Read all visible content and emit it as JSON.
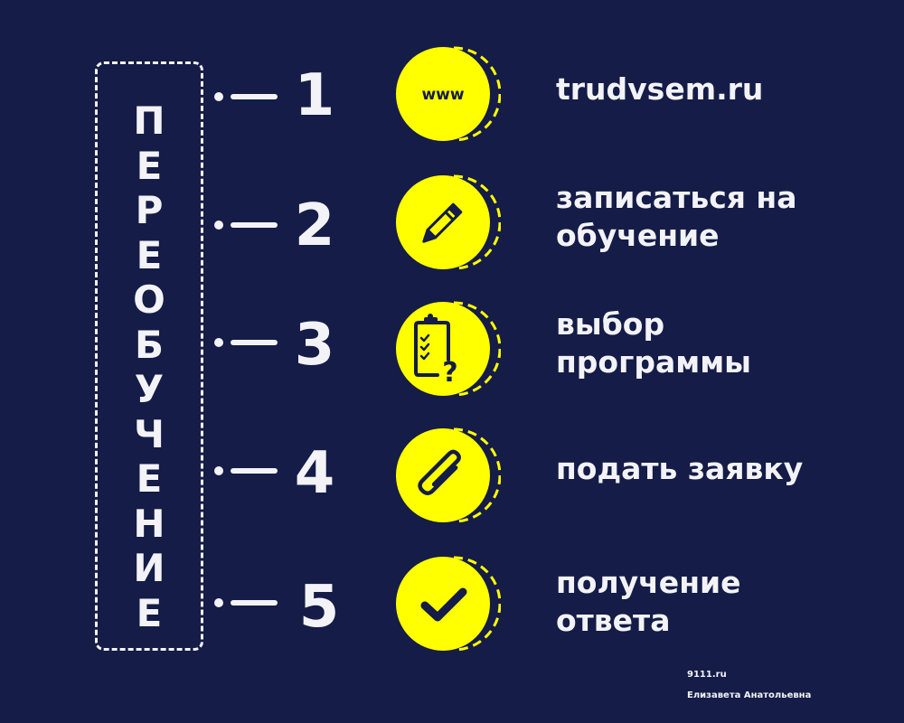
{
  "title_vertical": {
    "text": "ПЕРЕОБУЧЕНИЕ",
    "letters": [
      "П",
      "Е",
      "Р",
      "Е",
      "О",
      "Б",
      "У",
      "Ч",
      "Е",
      "Н",
      "И",
      "Е"
    ]
  },
  "steps": [
    {
      "number": "1",
      "icon": "www-icon",
      "label_lines": [
        "trudvsem.ru"
      ]
    },
    {
      "number": "2",
      "icon": "pencil-icon",
      "label_lines": [
        "записаться на",
        "обучение"
      ]
    },
    {
      "number": "3",
      "icon": "clipboard-question-icon",
      "label_lines": [
        "выбор",
        "программы"
      ]
    },
    {
      "number": "4",
      "icon": "paperclip-icon",
      "label_lines": [
        "подать заявку"
      ]
    },
    {
      "number": "5",
      "icon": "checkmark-icon",
      "label_lines": [
        "получение",
        "ответа"
      ]
    }
  ],
  "icon_text": {
    "www": "www"
  },
  "footer": {
    "site": "9111.ru",
    "author": "Елизавета Анатольевна"
  },
  "colors": {
    "background": "#141c47",
    "accent": "#ffff00",
    "text": "#f3f3f7"
  }
}
